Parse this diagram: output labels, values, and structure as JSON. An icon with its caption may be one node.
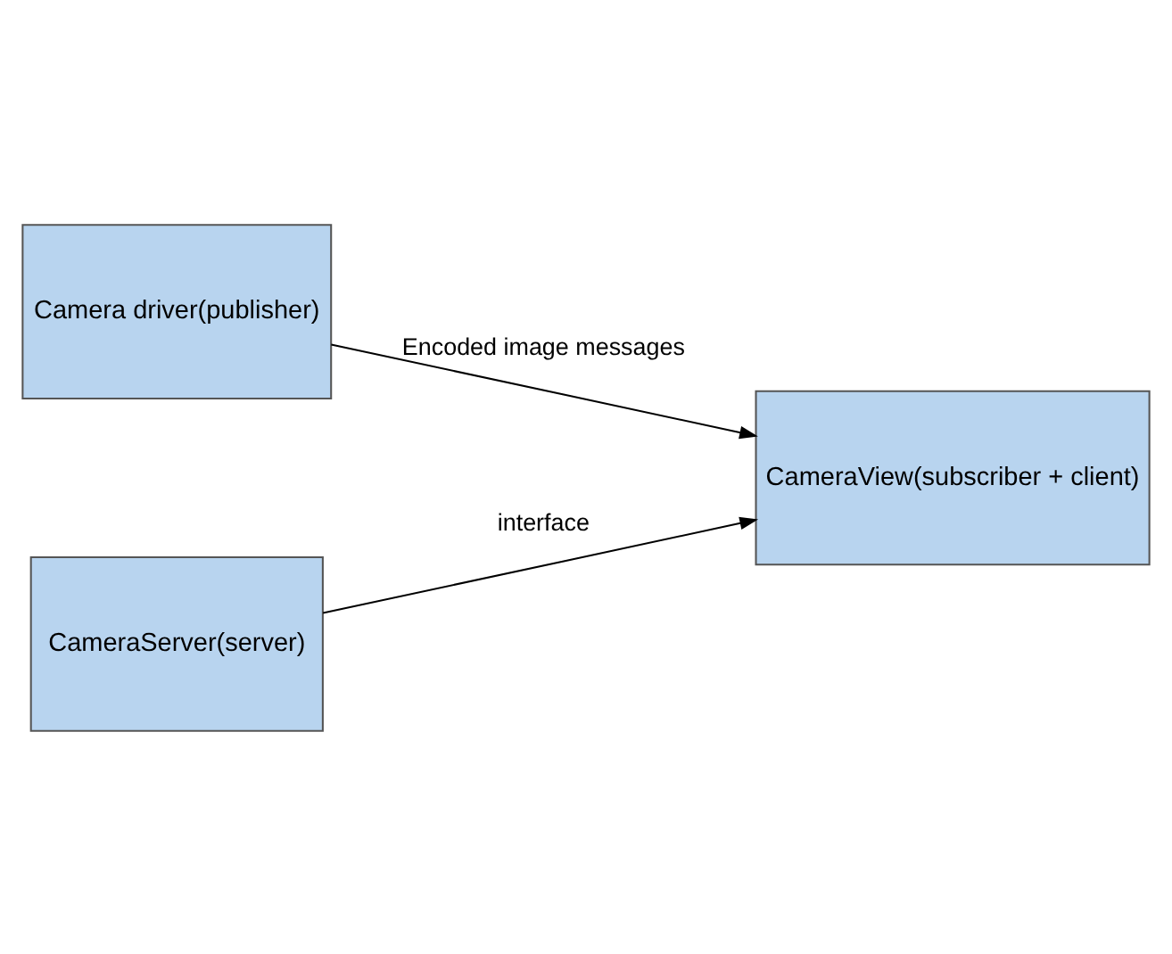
{
  "diagram": {
    "nodes": [
      {
        "text": [
          "Camera driver(publisher)"
        ]
      },
      {
        "text": [
          "CameraView(subscriber + client)"
        ]
      },
      {
        "text": [
          "CameraServer(server)"
        ]
      }
    ],
    "edges": [
      {
        "from": 0,
        "to": 1,
        "arrow": "to",
        "label": "Encoded image messages"
      },
      {
        "from": 2,
        "to": 1,
        "arrow": "to",
        "label": "interface"
      }
    ]
  }
}
